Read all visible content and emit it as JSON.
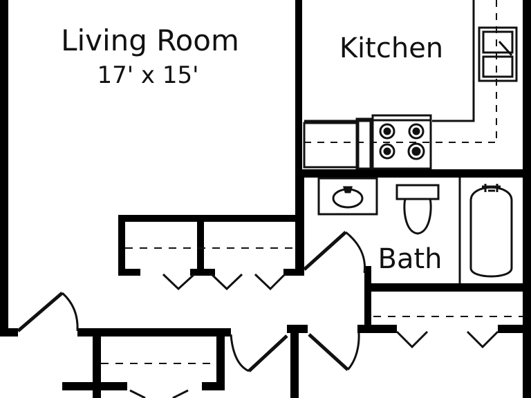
{
  "rooms": {
    "living": {
      "name": "Living Room",
      "size": "17' x 15'"
    },
    "kitchen": {
      "name": "Kitchen"
    },
    "bath": {
      "name": "Bath"
    }
  },
  "colors": {
    "wall": "#000000",
    "fixture": "#111111",
    "background": "#ffffff"
  }
}
